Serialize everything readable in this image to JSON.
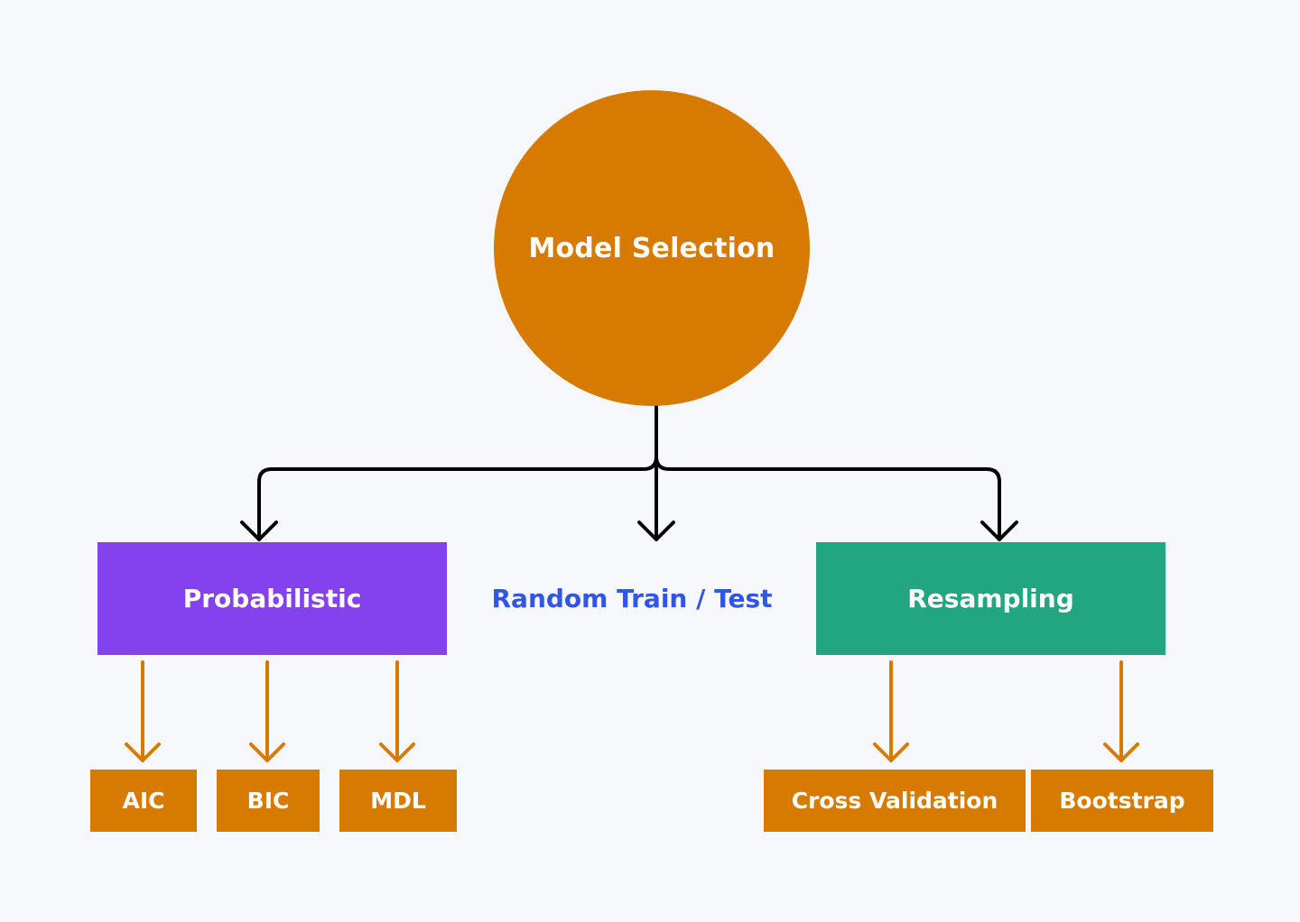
{
  "diagram": {
    "root": {
      "label": "Model Selection"
    },
    "branches": [
      {
        "label": "Probabilistic",
        "color": "#8442ee",
        "children": [
          "AIC",
          "BIC",
          "MDL"
        ]
      },
      {
        "label": "Random Train / Test",
        "color": "#2f56e5",
        "children": []
      },
      {
        "label": "Resampling",
        "color": "#22a67f",
        "children": [
          "Cross Validation",
          "Bootstrap"
        ]
      }
    ],
    "colors": {
      "background": "#f7f8fc",
      "root": "#d67a00",
      "leaf": "#d67a00",
      "leaf_arrow": "#d67a00",
      "main_arrow": "#000000"
    }
  }
}
